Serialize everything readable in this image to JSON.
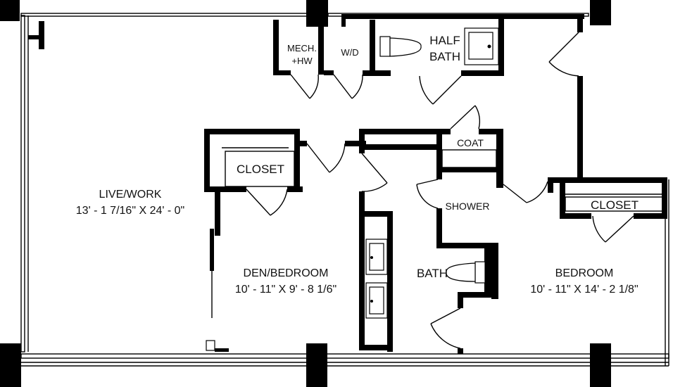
{
  "rooms": {
    "live_work": {
      "name": "LIVE/WORK",
      "dims": "13' - 1 7/16\" X 24' - 0\""
    },
    "den_bedroom": {
      "name": "DEN/BEDROOM",
      "dims": "10' - 11\" X 9' - 8 1/6\""
    },
    "bedroom": {
      "name": "BEDROOM",
      "dims": "10' - 11\" X 14' - 2 1/8\""
    },
    "mech": {
      "line1": "MECH.",
      "line2": "+HW"
    },
    "wd": {
      "name": "W/D"
    },
    "half_bath": {
      "line1": "HALF",
      "line2": "BATH"
    },
    "closet_den": {
      "name": "CLOSET"
    },
    "closet_bedroom": {
      "name": "CLOSET"
    },
    "coat": {
      "name": "COAT"
    },
    "shower": {
      "name": "SHOWER"
    },
    "bath": {
      "name": "BATH"
    }
  }
}
